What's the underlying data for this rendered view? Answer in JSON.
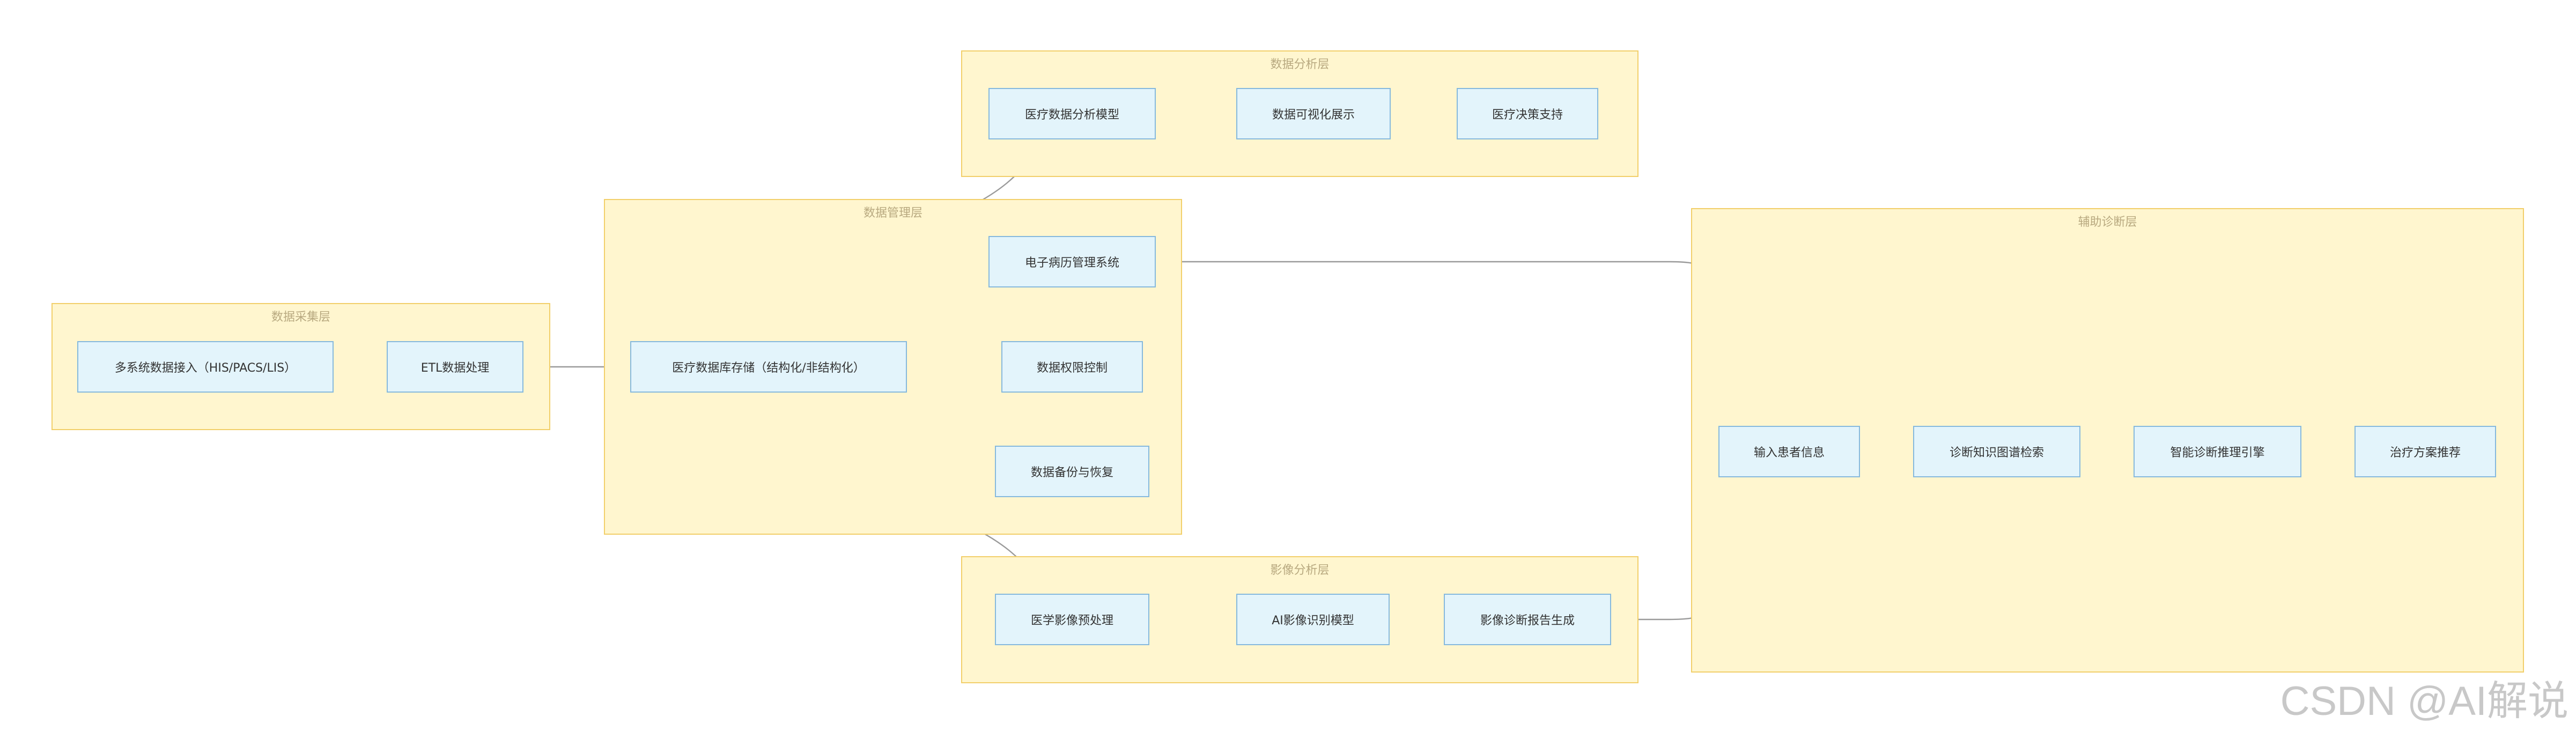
{
  "groups": {
    "collect": {
      "title": "数据采集层"
    },
    "manage": {
      "title": "数据管理层"
    },
    "analysis": {
      "title": "数据分析层"
    },
    "imaging": {
      "title": "影像分析层"
    },
    "diagnosis": {
      "title": "辅助诊断层"
    }
  },
  "nodes": {
    "multi_source": "多系统数据接入（HIS/PACS/LIS）",
    "etl": "ETL数据处理",
    "db_storage": "医疗数据库存储（结构化/非结构化）",
    "emr": "电子病历管理系统",
    "permission": "数据权限控制",
    "backup": "数据备份与恢复",
    "analysis_model": "医疗数据分析模型",
    "visualization": "数据可视化展示",
    "decision": "医疗决策支持",
    "img_preprocess": "医学影像预处理",
    "ai_model": "AI影像识别模型",
    "img_report": "影像诊断报告生成",
    "patient_input": "输入患者信息",
    "kg_search": "诊断知识图谱检索",
    "reasoning": "智能诊断推理引擎",
    "treatment": "治疗方案推荐"
  },
  "edges": [
    [
      "multi_source",
      "etl"
    ],
    [
      "etl",
      "db_storage"
    ],
    [
      "db_storage",
      "analysis_model"
    ],
    [
      "db_storage",
      "emr"
    ],
    [
      "db_storage",
      "permission"
    ],
    [
      "db_storage",
      "backup"
    ],
    [
      "db_storage",
      "img_preprocess"
    ],
    [
      "analysis_model",
      "visualization"
    ],
    [
      "visualization",
      "decision"
    ],
    [
      "img_preprocess",
      "ai_model"
    ],
    [
      "ai_model",
      "img_report"
    ],
    [
      "emr",
      "patient_input"
    ],
    [
      "img_report",
      "patient_input"
    ],
    [
      "patient_input",
      "kg_search"
    ],
    [
      "kg_search",
      "reasoning"
    ],
    [
      "reasoning",
      "treatment"
    ]
  ],
  "watermark": "CSDN @AI解说"
}
